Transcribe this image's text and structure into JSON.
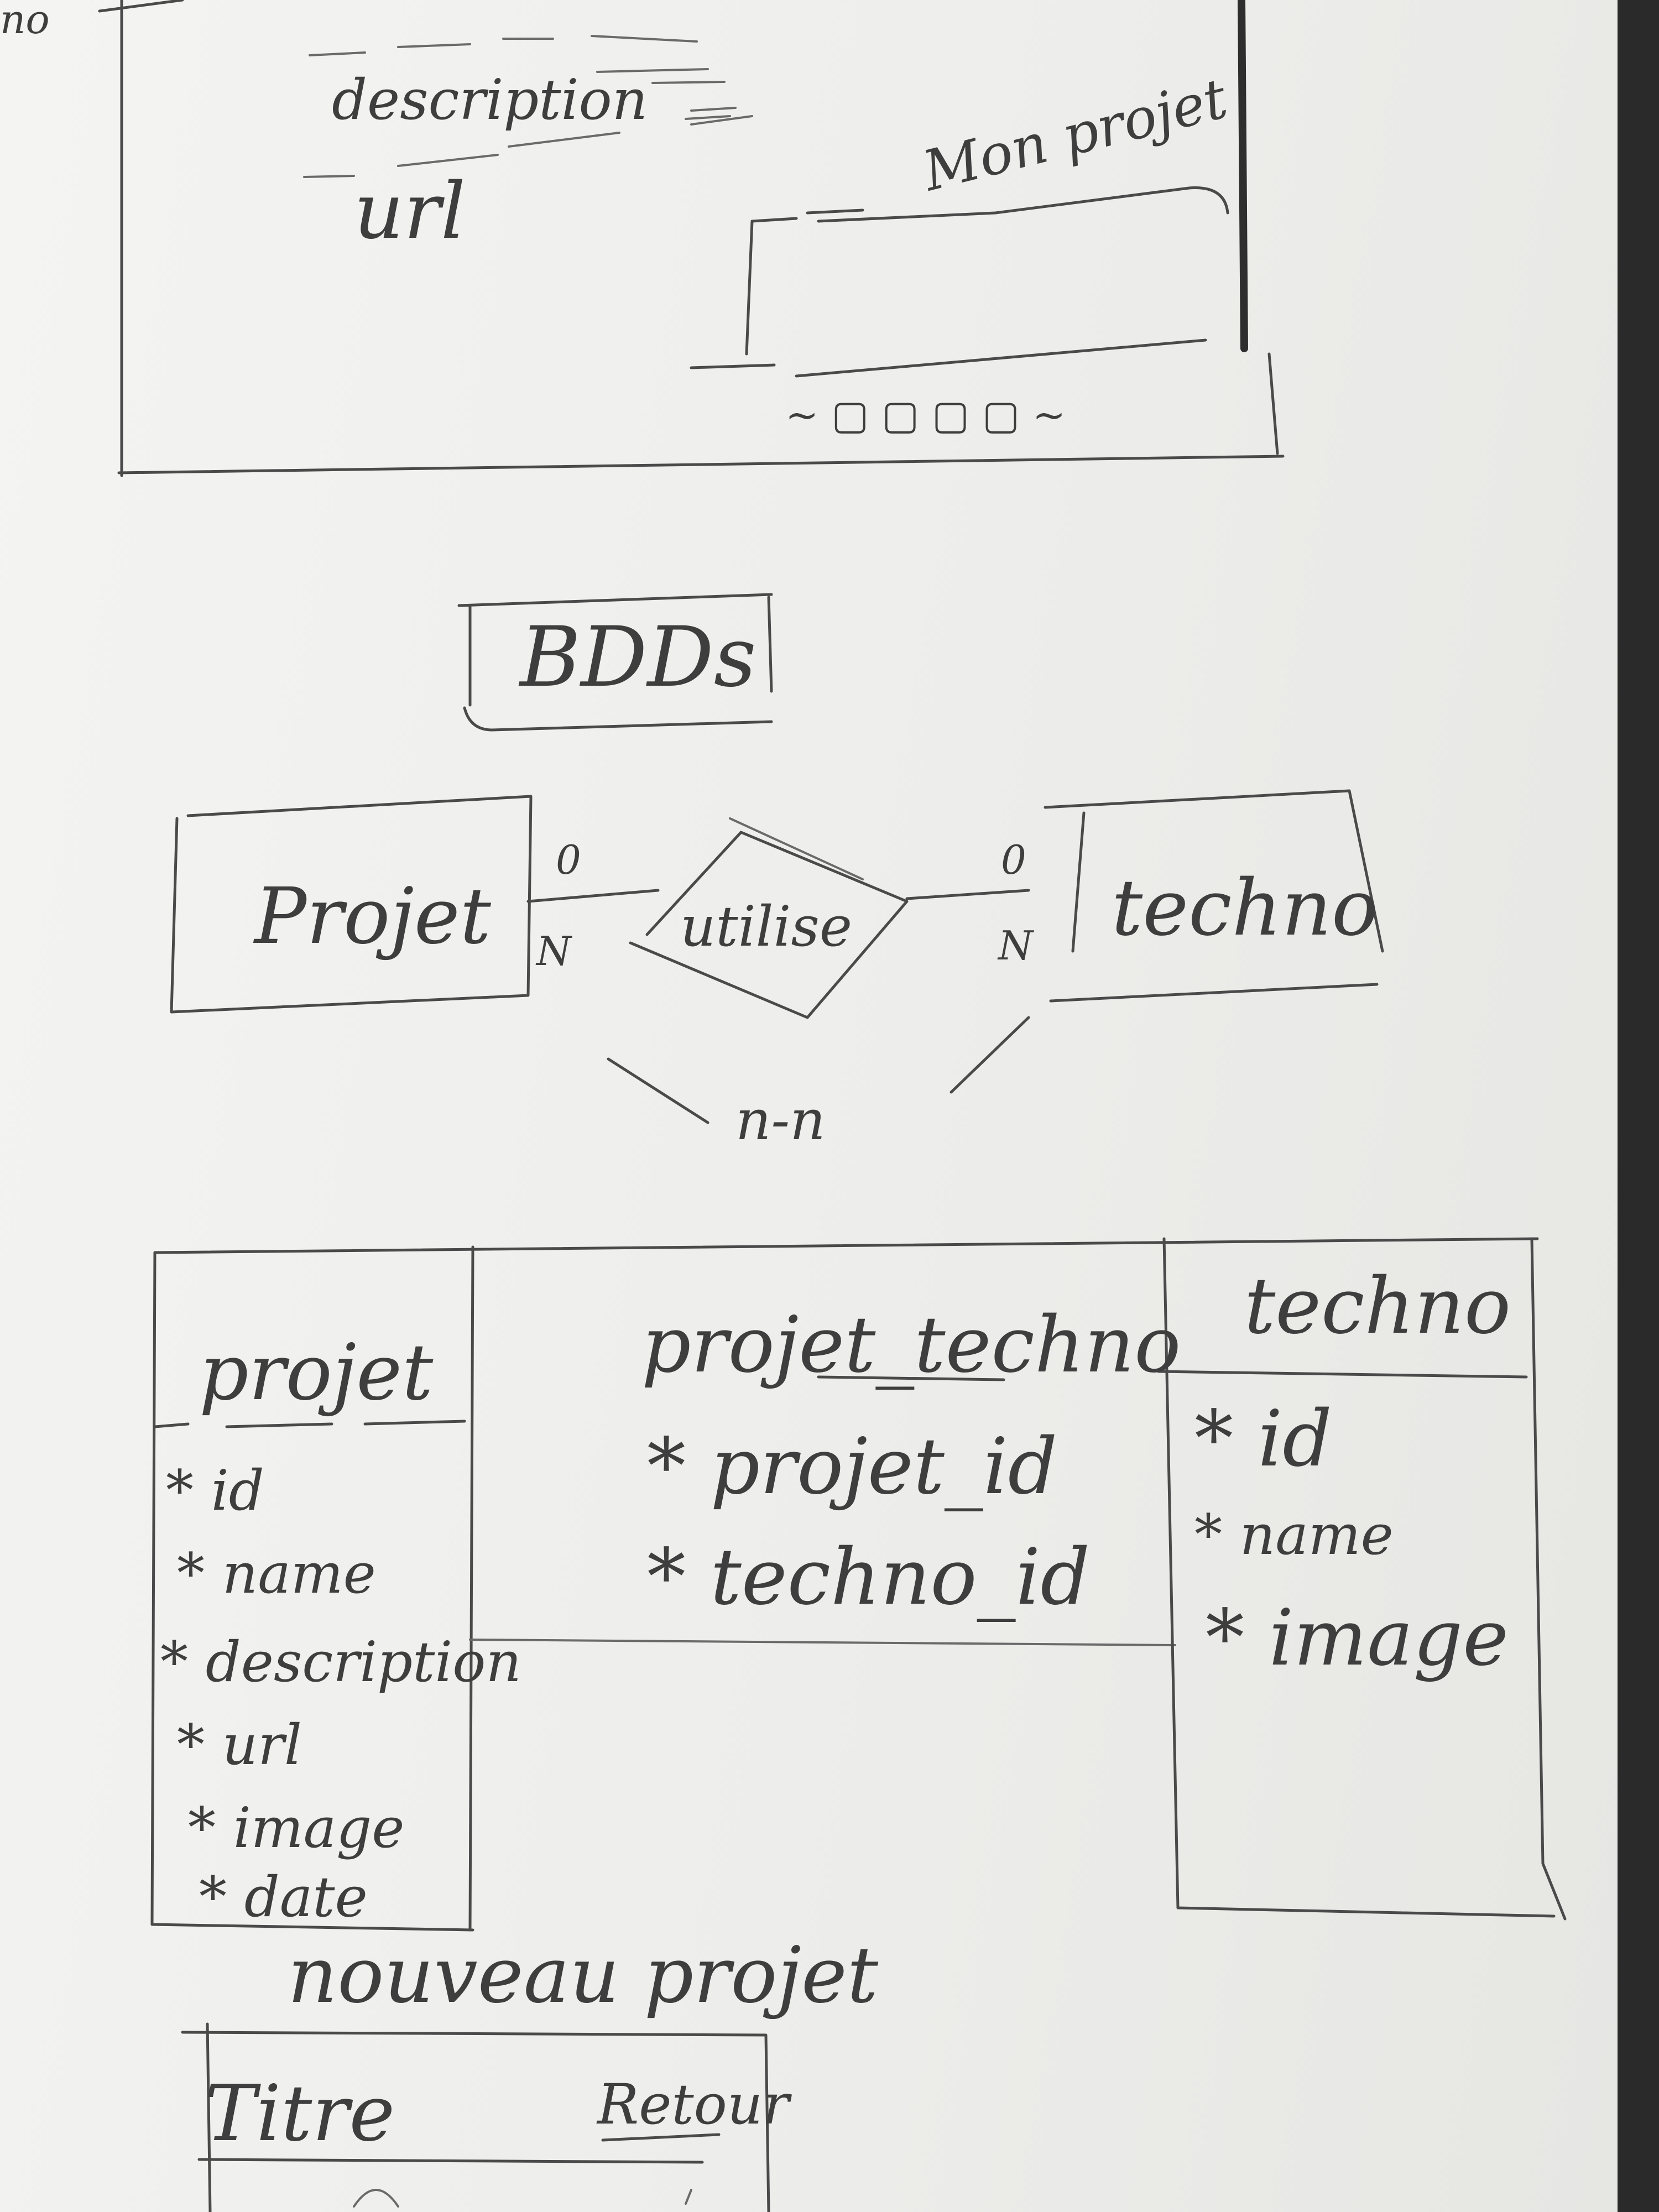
{
  "top_sketch": {
    "corner_label": "no",
    "field_description": "description",
    "field_url": "url",
    "box_label": "Mon projet",
    "dots": "~ ▢ ▢ ▢ ▢ ~"
  },
  "mcd": {
    "title": "BDDs",
    "entity_left": "Projet",
    "relation": "utilise",
    "entity_right": "techno",
    "card_left_top": "0",
    "card_left_bottom": "N",
    "card_right_top": "0",
    "card_right_bottom": "N",
    "relation_type": "n-n"
  },
  "tables": {
    "projet": {
      "name": "projet",
      "fields": [
        "* id",
        "* name",
        "* description",
        "* url",
        "* image",
        "* date"
      ]
    },
    "projet_techno": {
      "name": "projet_techno",
      "fields": [
        "* projet_id",
        "* techno_id"
      ]
    },
    "techno": {
      "name": "techno",
      "fields": [
        "* id",
        "* name",
        "* image"
      ]
    }
  },
  "new_project": {
    "heading": "nouveau projet",
    "title_label": "Titre",
    "back_link": "Retour"
  }
}
